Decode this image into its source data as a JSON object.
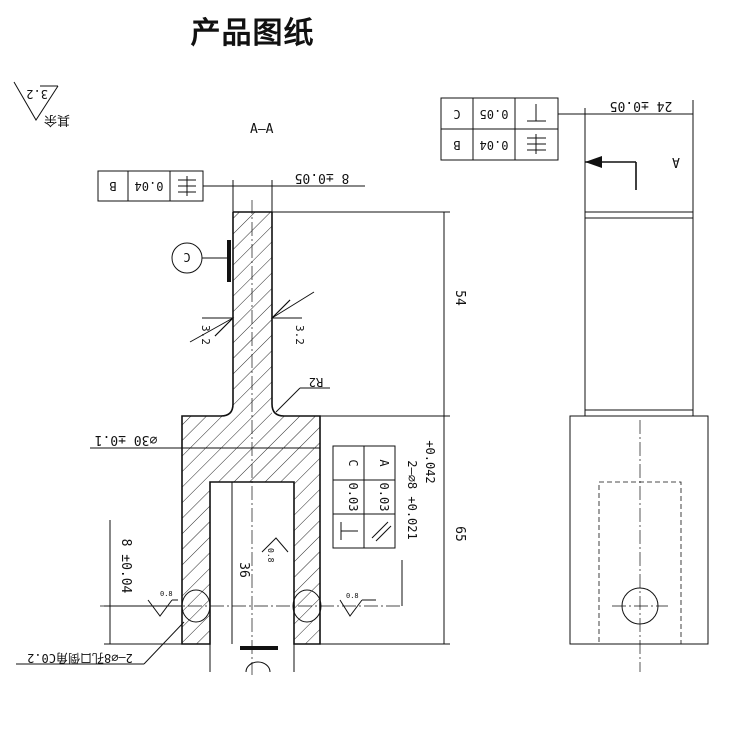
{
  "title": "产品图纸",
  "surface_note": {
    "roughness": "3.2",
    "text": "其余"
  },
  "section_label": "A–A",
  "view_label": "A",
  "gdt": {
    "flat_top": {
      "datum": "B",
      "value": "0.04"
    },
    "right_block": [
      {
        "datum": "C",
        "value": "0.05"
      },
      {
        "datum": "B",
        "value": "0.04"
      }
    ],
    "side_block": [
      {
        "datum": "C",
        "value": "0.03"
      },
      {
        "datum": "A",
        "value": "0.03"
      }
    ]
  },
  "datum_c": "C",
  "dimensions": {
    "stem_width": "8 ±0.05",
    "right_width": "24 ±0.05",
    "upper_height": "54",
    "lower_height": "65",
    "diameter": "⌀30 ±0.1",
    "bore_depth": "36",
    "hole_position": "8 ±0.04",
    "radius": "R2",
    "holes": "2–⌀8 +0.021",
    "holes_tol": "+0.042",
    "chamfer": "2–⌀8孔口倒角C0.2"
  },
  "roughness": {
    "stem": "3.2",
    "bore": "0.8",
    "holes_left": "0.8",
    "holes_right": "0.8"
  }
}
